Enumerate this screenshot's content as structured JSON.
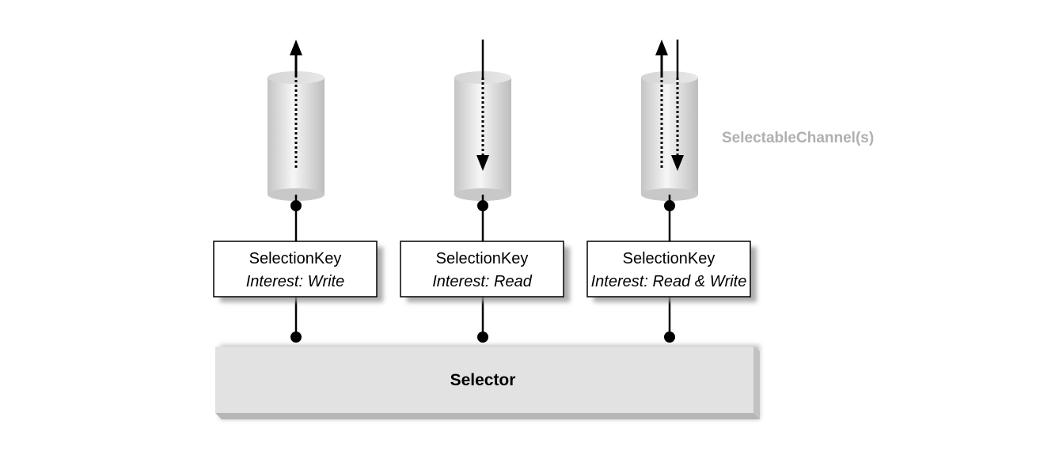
{
  "channels_label": "SelectableChannel(s)",
  "selector_label": "Selector",
  "keys": [
    {
      "title": "SelectionKey",
      "interest": "Interest: Write"
    },
    {
      "title": "SelectionKey",
      "interest": "Interest: Read"
    },
    {
      "title": "SelectionKey",
      "interest": "Interest: Read & Write"
    }
  ]
}
